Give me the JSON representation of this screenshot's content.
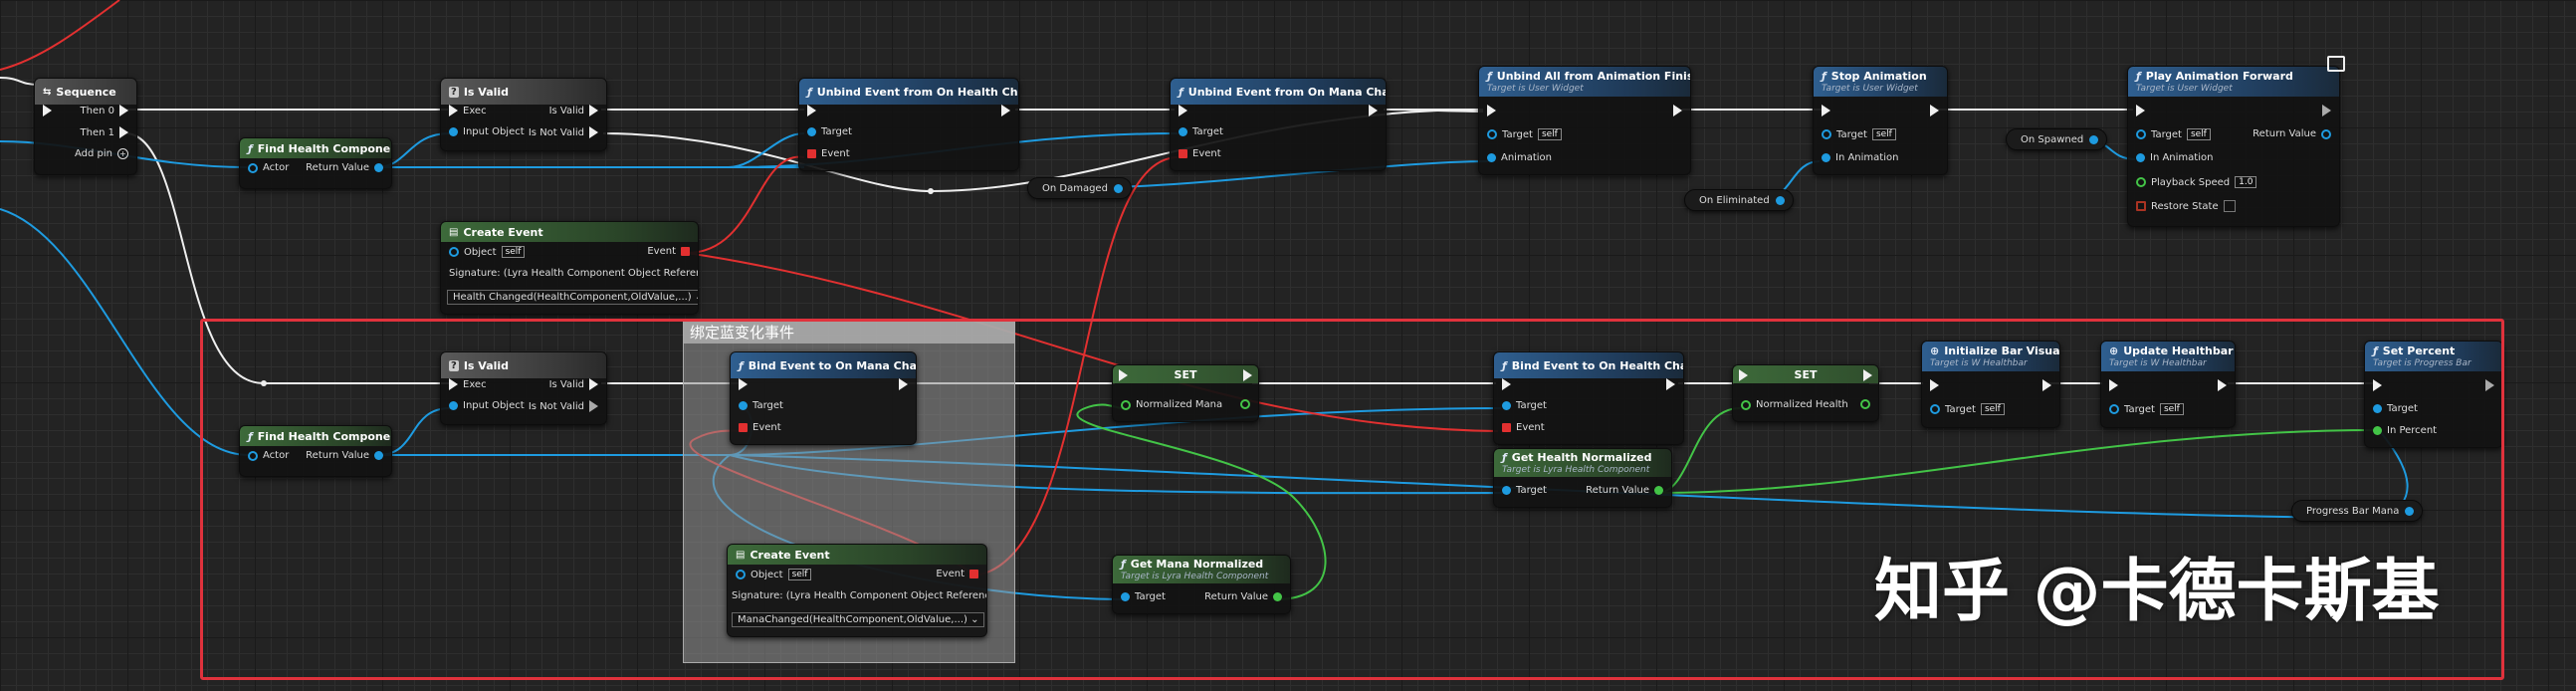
{
  "sequence": {
    "title": "Sequence",
    "then0": "Then 0",
    "then1": "Then 1",
    "add_pin": "Add pin"
  },
  "is_valid_top": {
    "title": "Is Valid",
    "exec": "Exec",
    "is_valid": "Is Valid",
    "input_object": "Input Object",
    "is_not_valid": "Is Not Valid"
  },
  "find_health_top": {
    "title": "Find Health Component",
    "actor": "Actor",
    "return_value": "Return Value"
  },
  "unbind_health": {
    "title": "Unbind Event from On Health Changed",
    "target": "Target",
    "event": "Event"
  },
  "unbind_mana": {
    "title": "Unbind Event from On Mana Changed",
    "target": "Target",
    "event": "Event"
  },
  "unbind_anim": {
    "title": "Unbind All from Animation Finished",
    "subtitle": "Target is User Widget",
    "target": "Target",
    "self": "self",
    "animation": "Animation"
  },
  "stop_anim": {
    "title": "Stop Animation",
    "subtitle": "Target is User Widget",
    "target": "Target",
    "self": "self",
    "in_animation": "In Animation"
  },
  "play_anim": {
    "title": "Play Animation Forward",
    "subtitle": "Target is User Widget",
    "target": "Target",
    "self": "self",
    "return_value": "Return Value",
    "in_animation": "In Animation",
    "playback_speed": "Playback Speed",
    "speed_value": "1.0",
    "restore_state": "Restore State"
  },
  "vars": {
    "on_spawned": "On Spawned",
    "on_damaged": "On Damaged",
    "on_eliminated": "On Eliminated",
    "progress_bar_mana": "Progress Bar Mana"
  },
  "create_event_top": {
    "title": "Create Event",
    "object": "Object",
    "self": "self",
    "event": "Event",
    "signature": "Signature: (Lyra Health Component Object Reference,...)",
    "function": "Health Changed(HealthComponent,OldValue,...)"
  },
  "comment": {
    "title": "绑定蓝变化事件"
  },
  "is_valid_bottom": {
    "title": "Is Valid",
    "exec": "Exec",
    "is_valid": "Is Valid",
    "input_object": "Input Object",
    "is_not_valid": "Is Not Valid"
  },
  "find_health_bottom": {
    "title": "Find Health Component",
    "actor": "Actor",
    "return_value": "Return Value"
  },
  "bind_mana": {
    "title": "Bind Event to On Mana Changed",
    "target": "Target",
    "event": "Event"
  },
  "set_mana": {
    "title": "SET",
    "normalized_mana": "Normalized Mana"
  },
  "bind_health": {
    "title": "Bind Event to On Health Changed",
    "target": "Target",
    "event": "Event"
  },
  "set_health": {
    "title": "SET",
    "normalized_health": "Normalized Health"
  },
  "init_bar": {
    "title": "Initialize Bar Visuals",
    "subtitle": "Target is W Healthbar",
    "target": "Target",
    "self": "self"
  },
  "update_bar": {
    "title": "Update Healthbar",
    "subtitle": "Target is W Healthbar",
    "target": "Target",
    "self": "self"
  },
  "set_percent": {
    "title": "Set Percent",
    "subtitle": "Target is Progress Bar",
    "target": "Target",
    "in_percent": "In Percent"
  },
  "get_health_norm": {
    "title": "Get Health Normalized",
    "subtitle": "Target is Lyra Health Component",
    "target": "Target",
    "return_value": "Return Value"
  },
  "create_event_bottom": {
    "title": "Create Event",
    "object": "Object",
    "self": "self",
    "event": "Event",
    "signature": "Signature: (Lyra Health Component Object Reference,...)",
    "function": "ManaChanged(HealthComponent,OldValue,...)"
  },
  "get_mana_norm": {
    "title": "Get Mana Normalized",
    "subtitle": "Target is Lyra Health Component",
    "target": "Target",
    "return_value": "Return Value"
  },
  "watermark": "知乎 @卡德卡斯基",
  "colors": {
    "exec": "#f0f0f0",
    "object": "#1e9be0",
    "float": "#43c447",
    "delegate": "#e23030",
    "frame": "#e0323c"
  }
}
